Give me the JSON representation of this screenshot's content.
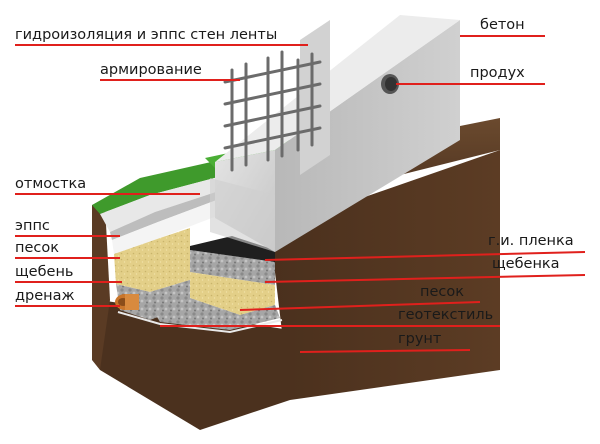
{
  "labels": {
    "waterproofing": "гидроизоляция и эппс стен ленты",
    "reinforcement": "армирование",
    "blind_area": "отмостка",
    "epps": "эппс",
    "sand_left": "песок",
    "gravel_left": "щебень",
    "drainage": "дренаж",
    "concrete": "бетон",
    "vent": "продух",
    "film": "г.и. пленка",
    "gravel_right": "щебенка",
    "sand_right": "песок",
    "geotextile": "геотекстиль",
    "soil": "грунт"
  },
  "colors": {
    "leader": "#e0201c",
    "concrete": "#d6d6d6",
    "soil": "#5a3a22",
    "grass": "#3f9a2c",
    "sand": "#e6d48e",
    "gravel": "#a9a9a9",
    "rebar": "#6b6b6b",
    "pipe": "#c8752b"
  }
}
